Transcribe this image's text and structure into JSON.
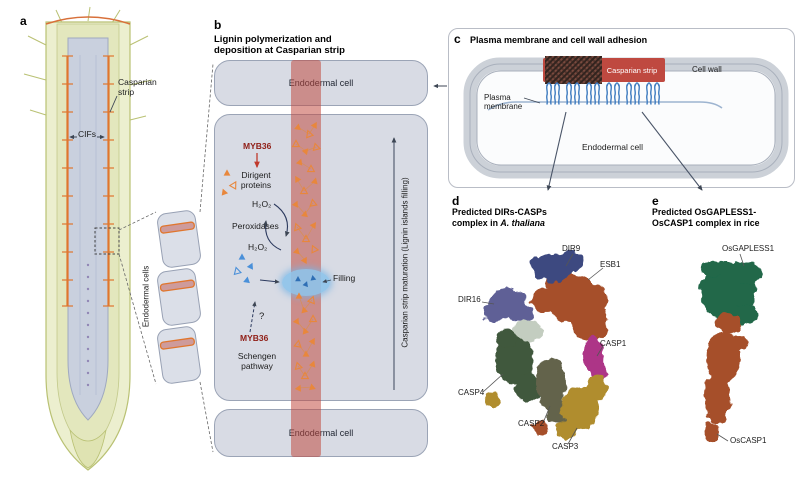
{
  "a": {
    "tag": "a",
    "casparian_strip": "Casparian strip",
    "cifs": "CIFs",
    "endodermal_cells": "Endodermal cells"
  },
  "b": {
    "tag": "b",
    "title1": "Lignin polymerization and",
    "title2": "deposition at Casparian strip",
    "cell_top": "Endodermal cell",
    "cell_bottom": "Endodermal cell",
    "myb36_top": "MYB36",
    "dirigent": "Dirigent proteins",
    "h2o2_top": "H₂O₂",
    "peroxidases": "Peroxidases",
    "h2o2_bottom": "H₂O₂",
    "filling": "Filling",
    "question": "?",
    "myb36_bottom": "MYB36",
    "schengen": "Schengen pathway",
    "maturation_axis": "Casparian strip maturation (Lignin islands filling)"
  },
  "c": {
    "tag": "c",
    "title": "Plasma membrane and cell wall adhesion",
    "casparian_strip": "Casparian strip",
    "cell_wall": "Cell wall",
    "plasma_membrane": "Plasma membrane",
    "endodermal_cell": "Endodermal cell"
  },
  "d": {
    "tag": "d",
    "title1": "Predicted DIRs-CASPs",
    "title2_prefix": "complex in",
    "title2_species": "A. thaliana",
    "dir9": "DIR9",
    "esb1": "ESB1",
    "dir16": "DIR16",
    "casp1": "CASP1",
    "casp4": "CASP4",
    "casp2": "CASP2",
    "casp3": "CASP3"
  },
  "e": {
    "tag": "e",
    "title1": "Predicted OsGAPLESS1-",
    "title2": "OsCASP1 complex in rice",
    "osgapless1": "OsGAPLESS1",
    "oscasp1": "OsCASP1"
  },
  "colors": {
    "casparian_red": "#bf4940",
    "lignin_orange": "#e0762e",
    "peroxidase_blue": "#4a90d9",
    "membrane_blue": "#3f7cc0",
    "cell_fill": "#d8dbe4",
    "dir9_navy": "#3e4a80",
    "esb1_brown": "#a6502b",
    "dir16_purple": "#5f6096",
    "casp1_magenta": "#ad3687",
    "casp4_green": "#41583c",
    "casp2_olive": "#64644c",
    "casp3_gold": "#b08d2f",
    "osgapless1_green": "#20684a",
    "oscasp1_orange": "#a6502b"
  }
}
